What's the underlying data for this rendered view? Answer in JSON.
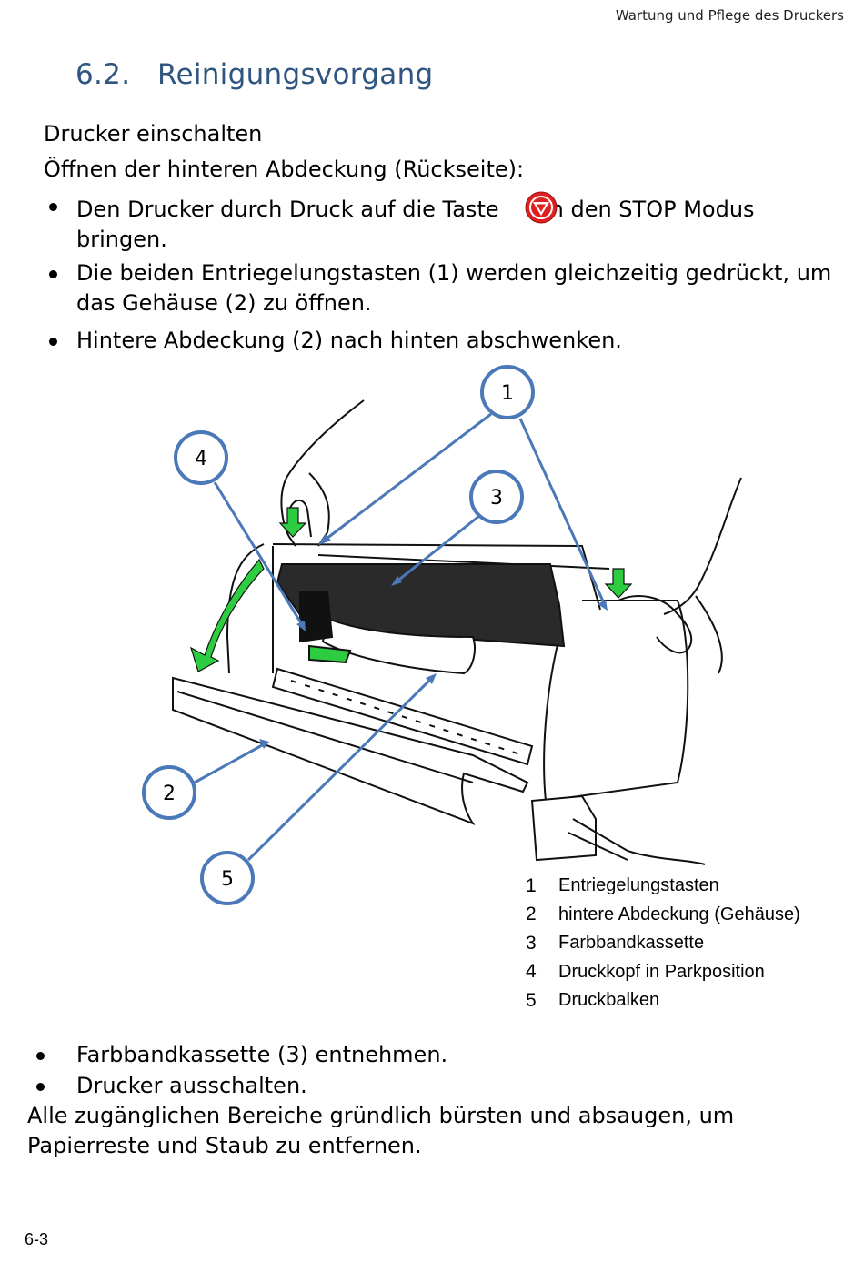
{
  "header": {
    "chapter": "Wartung und Pflege des Druckers"
  },
  "section": {
    "number": "6.2.",
    "title": "Reinigungsvorgang"
  },
  "intro": {
    "line1": "Drucker einschalten",
    "line2": "Öffnen der hinteren Abdeckung (Rückseite):"
  },
  "steps_top": [
    {
      "before": "Den Drucker durch Druck auf die Taste",
      "after": "n den STOP Modus bringen."
    },
    {
      "text": "Die beiden Entriegelungstasten (1) werden gleichzeitig gedrückt, um das Gehäuse (2) zu öffnen."
    },
    {
      "text": "Hintere Abdeckung (2) nach hinten abschwenken."
    }
  ],
  "figure": {
    "callouts": [
      "1",
      "2",
      "3",
      "4",
      "5"
    ],
    "legend": [
      {
        "num": "1",
        "label": "Entriegelungstasten"
      },
      {
        "num": "2",
        "label": "hintere Abdeckung (Gehäuse)"
      },
      {
        "num": "3",
        "label": "Farbbandkassette"
      },
      {
        "num": "4",
        "label": "Druckkopf in Parkposition"
      },
      {
        "num": "5",
        "label": "Druckbalken"
      }
    ],
    "colors": {
      "callout": "#4a78b8",
      "arrow_green": "#2ecc40",
      "stop_red": "#e02020"
    }
  },
  "steps_bottom": [
    {
      "text": "Farbbandkassette (3) entnehmen."
    },
    {
      "text": "Drucker ausschalten."
    }
  ],
  "closing": "Alle zugänglichen Bereiche gründlich bürsten und absaugen, um Papierreste und Staub zu entfernen.",
  "footer": {
    "page": "6-3"
  }
}
